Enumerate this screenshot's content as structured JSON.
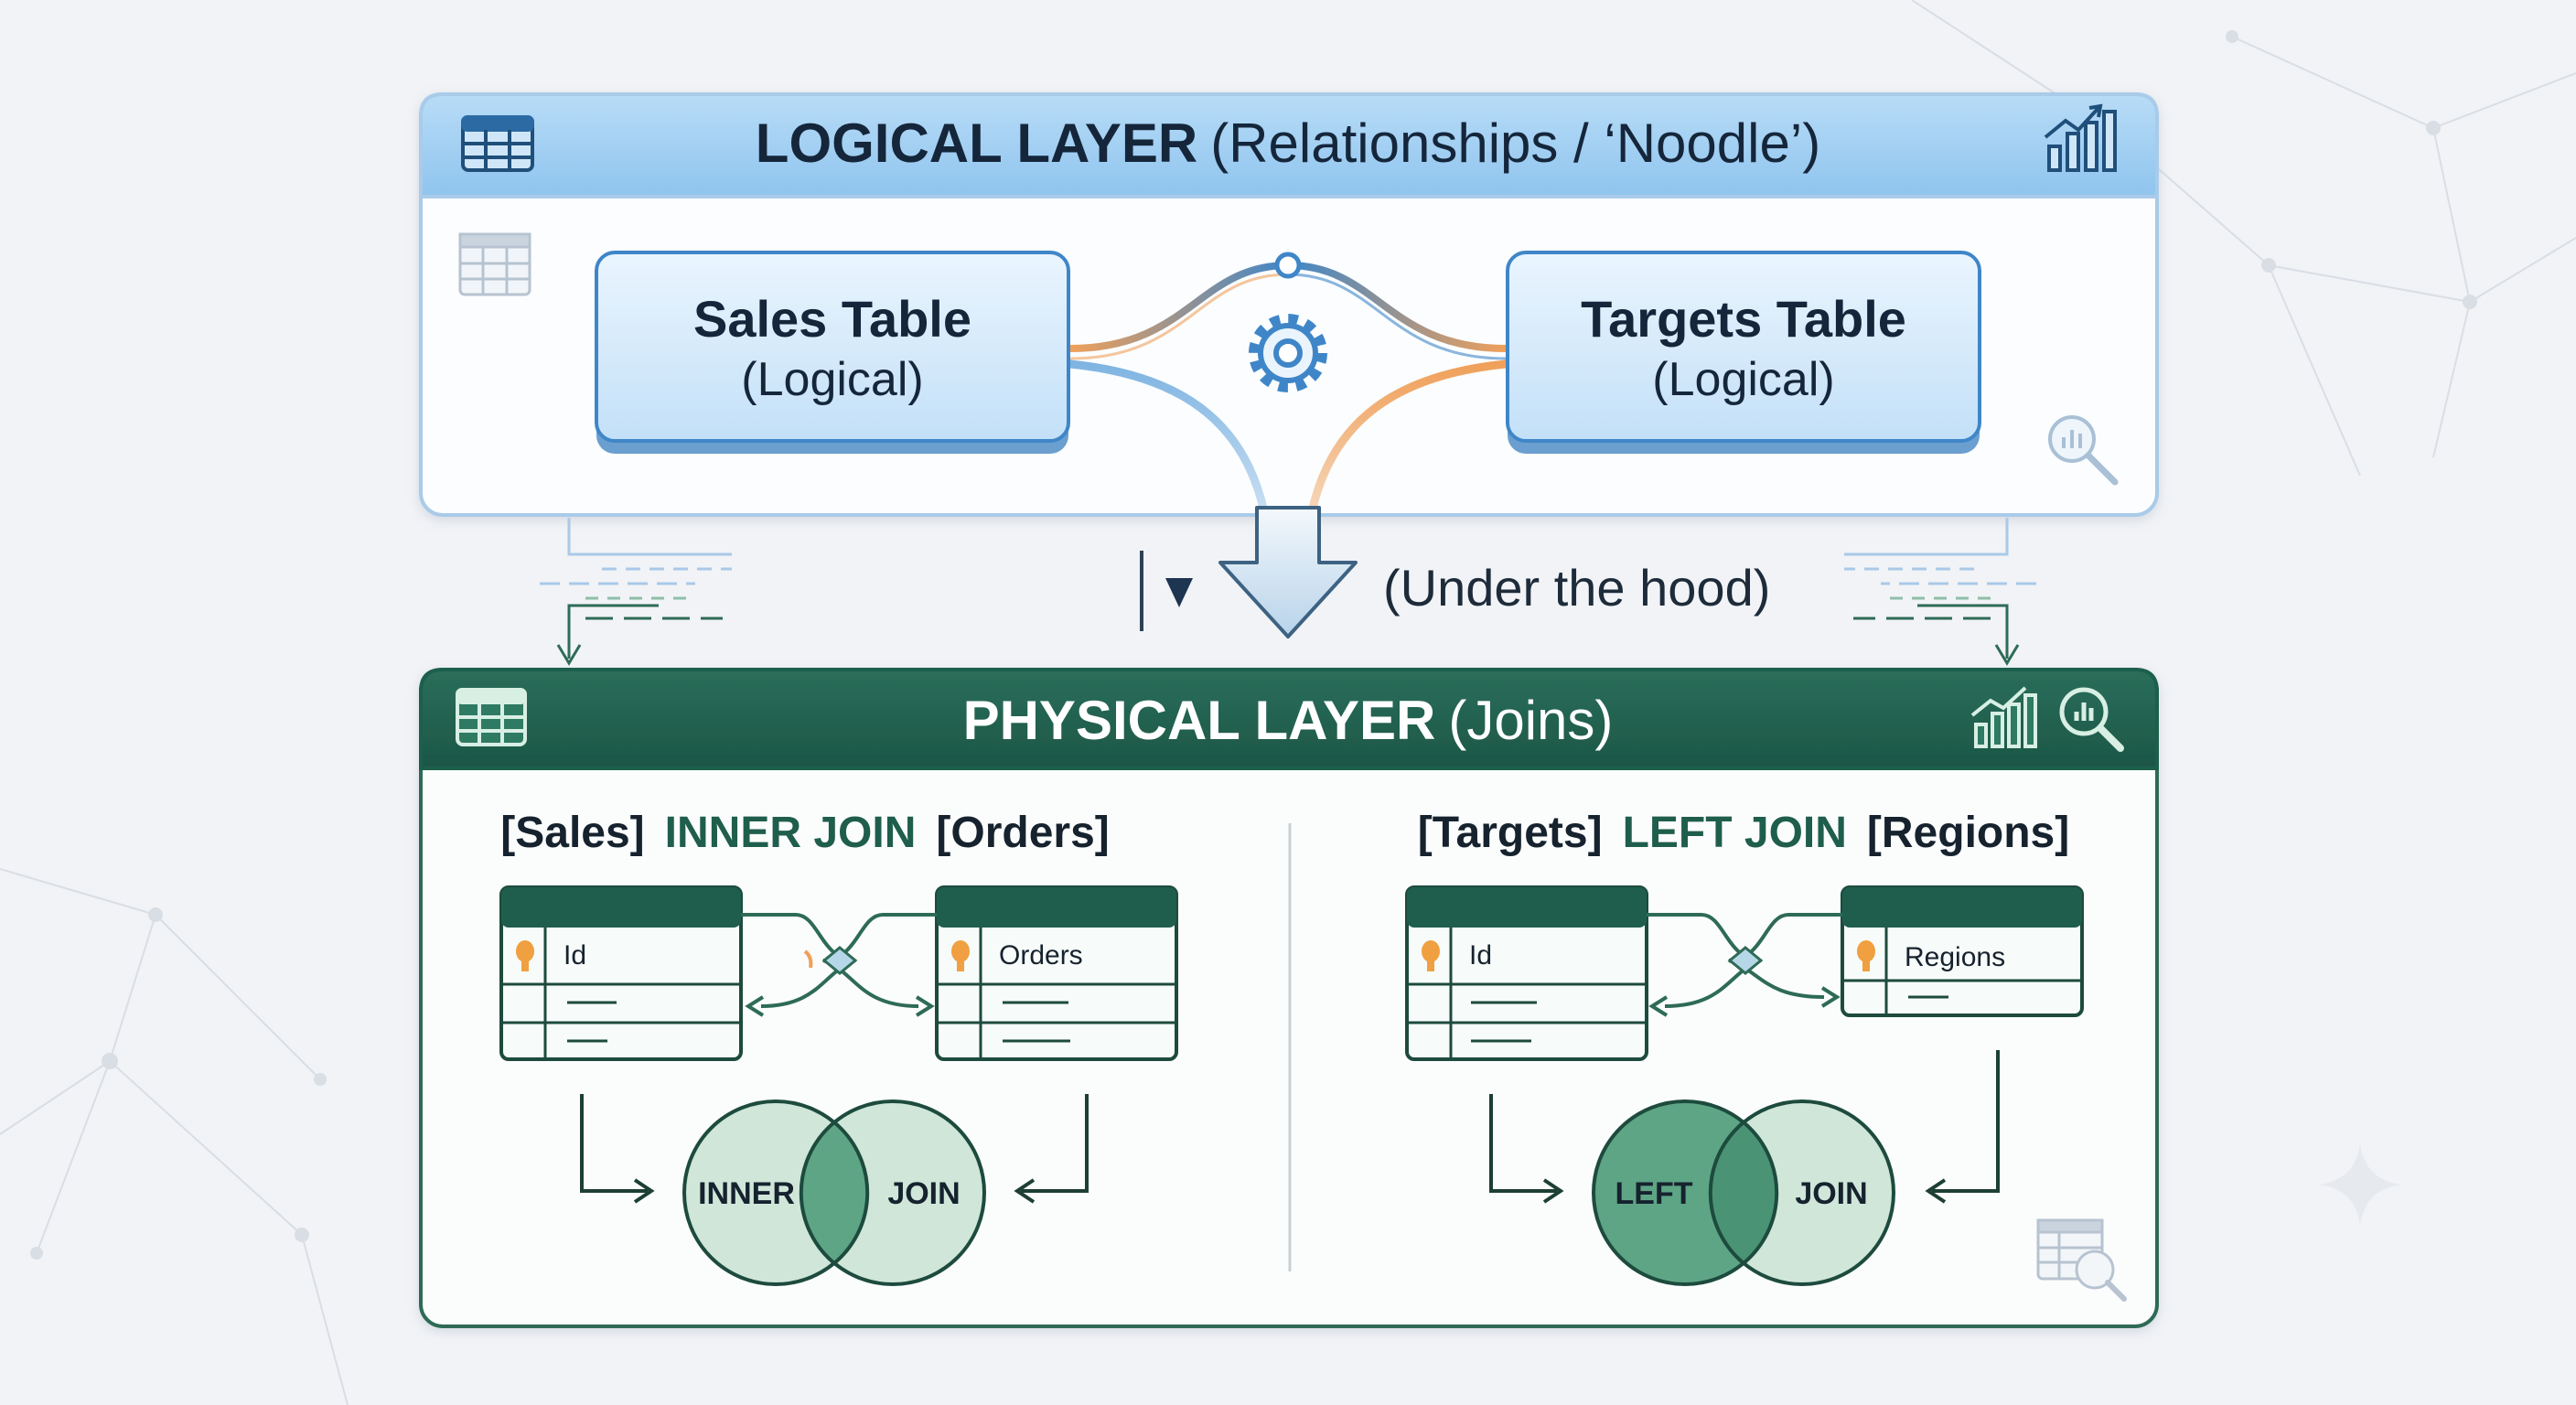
{
  "logical": {
    "title_bold": "LOGICAL LAYER",
    "title_rest": "(Relationships / ‘Noodle’)",
    "left_table": {
      "name": "Sales Table",
      "sub": "(Logical)"
    },
    "right_table": {
      "name": "Targets Table",
      "sub": "(Logical)"
    }
  },
  "transition": {
    "label": "(Under the hood)"
  },
  "physical": {
    "title_bold": "PHYSICAL LAYER",
    "title_rest": "(Joins)",
    "left_join": {
      "left_table": "[Sales]",
      "join_type": "INNER JOIN",
      "right_table": "[Orders]",
      "left_field": "Id",
      "right_field": "Orders",
      "venn_left": "INNER",
      "venn_right": "JOIN"
    },
    "right_join": {
      "left_table": "[Targets]",
      "join_type": "LEFT JOIN",
      "right_table": "[Regions]",
      "left_field": "Id",
      "right_field": "Regions",
      "venn_left": "LEFT",
      "venn_right": "JOIN"
    }
  },
  "icons": [
    "table-grid-icon",
    "bar-chart-icon",
    "gear-icon",
    "search-chart-icon",
    "key-icon",
    "table-search-icon"
  ],
  "colors": {
    "logical_blue": "#3f86c8",
    "logical_header": "#9cccf2",
    "physical_green": "#1f5e4c",
    "accent_orange": "#f0a05a",
    "venn_green": "#5ea585",
    "venn_light": "#cfe6d9"
  }
}
